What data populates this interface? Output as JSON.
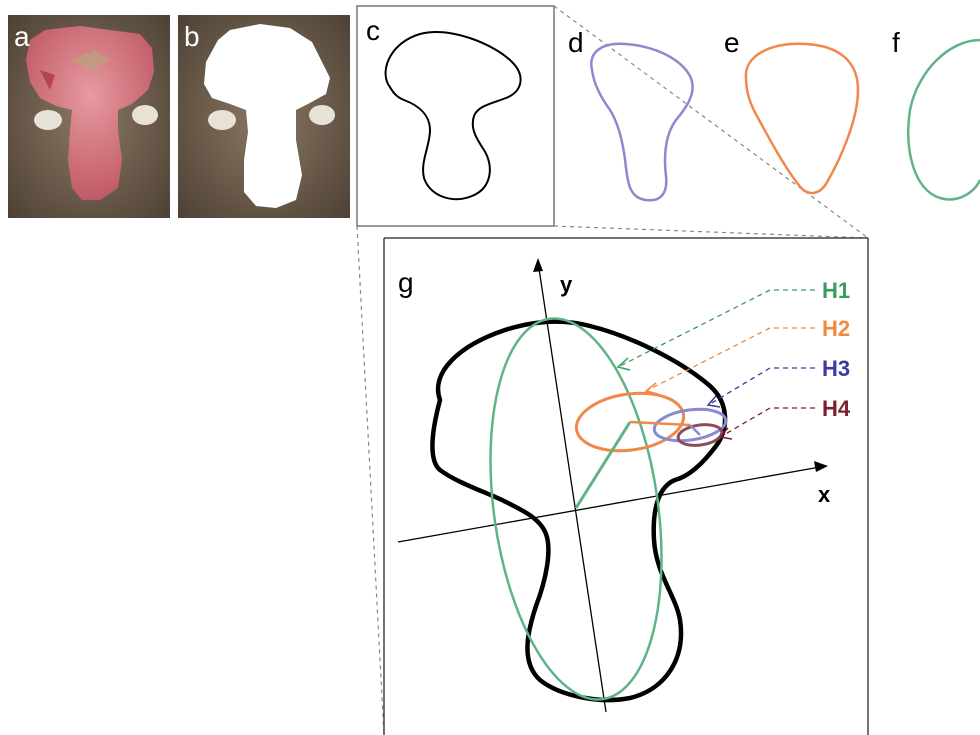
{
  "panels": {
    "a": "a",
    "b": "b",
    "c": "c",
    "d": "d",
    "e": "e",
    "f": "f",
    "g": "g"
  },
  "axes": {
    "x": "x",
    "y": "y"
  },
  "harmonics": [
    {
      "label": "H1",
      "color": "#3a9c5e"
    },
    {
      "label": "H2",
      "color": "#f08a3c"
    },
    {
      "label": "H3",
      "color": "#3a3aa0"
    },
    {
      "label": "H4",
      "color": "#7a1f2e"
    }
  ],
  "colors": {
    "outline": "#000000",
    "h1": "#5fb386",
    "h2": "#f0884a",
    "h3": "#8a8ad0",
    "h4": "#8c4a5c",
    "photo_fur": "#6e5d4c",
    "photo_tissue": "#d9868e",
    "frame": "#555555"
  }
}
